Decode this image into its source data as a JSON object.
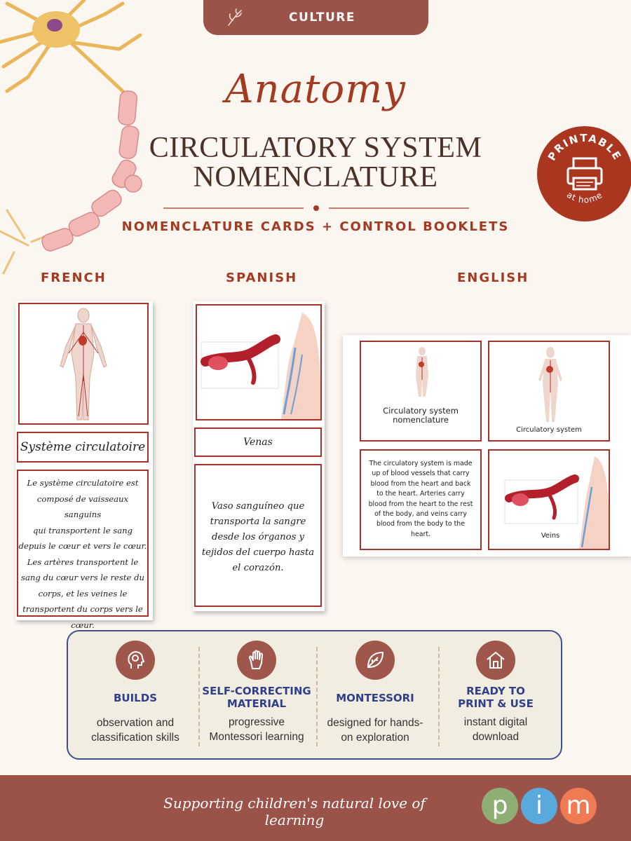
{
  "header": {
    "tab_label": "CULTURE",
    "script_title": "Anatomy",
    "title_line1": "CIRCULATORY SYSTEM",
    "title_line2": "NOMENCLATURE",
    "subtitle": "NOMENCLATURE CARDS + CONTROL BOOKLETS"
  },
  "badge": {
    "top_text": "PRINTABLE",
    "bottom_text": "at home",
    "color": "#ab361f"
  },
  "languages": {
    "french": "FRENCH",
    "spanish": "SPANISH",
    "english": "ENGLISH"
  },
  "french_cards": {
    "label": "Système circulatoire",
    "definition_lines": [
      "Le système circulatoire est",
      "composé de vaisseaux sanguins",
      "qui transportent le sang",
      "depuis le cœur et vers le cœur.",
      "Les artères transportent le",
      "sang du cœur vers le reste du",
      "corps, et les veines le",
      "transportent du corps vers le",
      "cœur."
    ]
  },
  "spanish_cards": {
    "label": "Venas",
    "definition_lines": [
      "Vaso sanguíneo que",
      "transporta la sangre",
      "desde los órganos y",
      "tejidos del cuerpo hasta",
      "el corazón."
    ]
  },
  "english_cards": {
    "title_card_line1": "Circulatory system",
    "title_card_line2": "nomenclature",
    "body_label": "Circulatory system",
    "definition_lines": [
      "The circulatory system is made",
      "up of blood vessels that carry",
      "blood from the heart and back",
      "to the heart. Arteries carry",
      "blood from the heart to the rest",
      "of the body, and veins carry",
      "blood from the body to the",
      "heart."
    ],
    "veins_label": "Veins"
  },
  "features": [
    {
      "icon": "brain-head-icon",
      "title_line1": "BUILDS",
      "title_line2": "",
      "desc_line1": "observation and",
      "desc_line2": "classification skills"
    },
    {
      "icon": "hand-icon",
      "title_line1": "SELF-CORRECTING",
      "title_line2": "MATERIAL",
      "desc_line1": "progressive",
      "desc_line2": "Montessori learning"
    },
    {
      "icon": "leaf-icon",
      "title_line1": "MONTESSORI",
      "title_line2": "",
      "desc_line1": "designed for hands-",
      "desc_line2": "on exploration"
    },
    {
      "icon": "house-icon",
      "title_line1": "READY TO",
      "title_line2": "PRINT & USE",
      "desc_line1": "instant digital",
      "desc_line2": "download"
    }
  ],
  "footer": {
    "tagline": "Supporting children's natural love of learning",
    "logo_letters": [
      "p",
      "i",
      "m"
    ],
    "logo_colors": [
      "#8fae74",
      "#5aa9dd",
      "#f07b52"
    ]
  },
  "colors": {
    "accent": "#a33a22",
    "tab": "#9b5349",
    "feature_title": "#2f3f8a",
    "card_border": "#a8322a"
  }
}
